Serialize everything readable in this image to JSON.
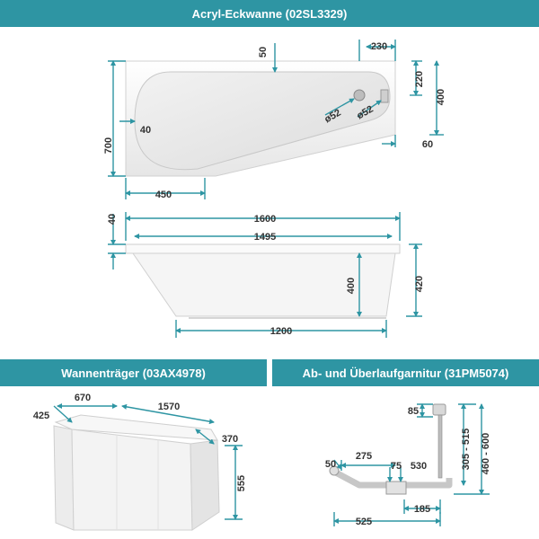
{
  "titles": {
    "tub": "Acryl-Eckwanne (02SL3329)",
    "support": "Wannenträger (03AX4978)",
    "drain": "Ab- und Überlaufgarnitur (31PM5074)"
  },
  "colors": {
    "accent": "#2e95a3",
    "text": "#333333",
    "background": "#ffffff"
  },
  "tub_top": {
    "d50": "50",
    "d230": "230",
    "d220": "220",
    "d400": "400",
    "d700": "700",
    "d40": "40",
    "d52a": "ø52",
    "d52b": "ø52",
    "d60": "60",
    "d450": "450"
  },
  "tub_side": {
    "d40": "40",
    "d1600": "1600",
    "d1495": "1495",
    "d400": "400",
    "d420": "420",
    "d1200": "1200"
  },
  "support": {
    "d670": "670",
    "d1570": "1570",
    "d425": "425",
    "d370": "370",
    "d555": "555"
  },
  "drain": {
    "d85": "85",
    "d305_515": "305 - 515",
    "d460_600": "460 - 600",
    "d50": "50",
    "d275": "275",
    "d75": "75",
    "d530": "530",
    "d185": "185",
    "d525": "525"
  }
}
